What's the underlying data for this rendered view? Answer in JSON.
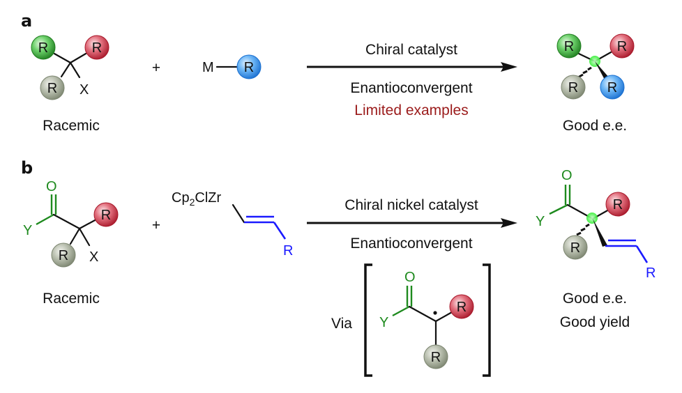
{
  "figure": {
    "panel_a": {
      "label": "a",
      "reactant1": {
        "substituents": [
          "R",
          "R",
          "R"
        ],
        "leaving_group": "X",
        "caption": "Racemic"
      },
      "plus": "+",
      "reactant2": {
        "metal": "M",
        "substituent": "R"
      },
      "arrow": {
        "above": "Chiral catalyst",
        "below": "Enantioconvergent",
        "note": "Limited examples"
      },
      "product": {
        "substituents": [
          "R",
          "R",
          "R",
          "R"
        ],
        "caption": "Good e.e."
      }
    },
    "panel_b": {
      "label": "b",
      "reactant1": {
        "carbonyl_o": "O",
        "y_group": "Y",
        "substituents": [
          "R",
          "R"
        ],
        "leaving_group": "X",
        "caption": "Racemic"
      },
      "plus": "+",
      "reactant2": {
        "reagent_prefix": "Cp",
        "reagent_sub": "2",
        "reagent_suffix": "ClZr",
        "alkene_r": "R"
      },
      "arrow": {
        "above": "Chiral nickel catalyst",
        "below": "Enantioconvergent"
      },
      "intermediate": {
        "prefix": "Via",
        "carbonyl_o": "O",
        "y_group": "Y",
        "substituents": [
          "R",
          "R"
        ]
      },
      "product": {
        "carbonyl_o": "O",
        "y_group": "Y",
        "substituents": [
          "R",
          "R"
        ],
        "alkene_r": "R",
        "caption_line1": "Good e.e.",
        "caption_line2": "Good yield"
      }
    },
    "colors": {
      "green_ball": "#2e9e2e",
      "red_ball": "#c8283c",
      "gray_ball": "#9aa38e",
      "blue_ball": "#2f8fe8",
      "stereocenter": "#33ff33",
      "acyl_green": "#1e8a1e",
      "alkene_blue": "#1a1aff",
      "note_red": "#9b1b1b"
    }
  }
}
